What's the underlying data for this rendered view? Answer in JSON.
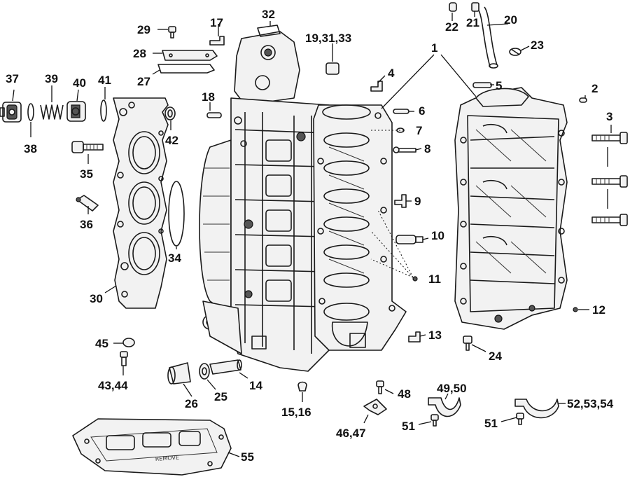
{
  "callouts": {
    "c1": "1",
    "c2": "2",
    "c3": "3",
    "c4": "4",
    "c5": "5",
    "c6": "6",
    "c7": "7",
    "c8": "8",
    "c9": "9",
    "c10": "10",
    "c11": "11",
    "c12": "12",
    "c13": "13",
    "c14": "14",
    "c15_16": "15,16",
    "c17": "17",
    "c18": "18",
    "c19_31_33": "19,31,33",
    "c20": "20",
    "c21": "21",
    "c22": "22",
    "c23": "23",
    "c24": "24",
    "c25": "25",
    "c26": "26",
    "c27": "27",
    "c28": "28",
    "c29": "29",
    "c30": "30",
    "c32": "32",
    "c34": "34",
    "c35": "35",
    "c36": "36",
    "c37": "37",
    "c38": "38",
    "c39": "39",
    "c40": "40",
    "c41": "41",
    "c42": "42",
    "c43_44": "43,44",
    "c45": "45",
    "c46_47": "46,47",
    "c48": "48",
    "c49_50": "49,50",
    "c51a": "51",
    "c51b": "51",
    "c52_53_54": "52,53,54",
    "c55": "55"
  },
  "stamp_text": "REMOVE"
}
